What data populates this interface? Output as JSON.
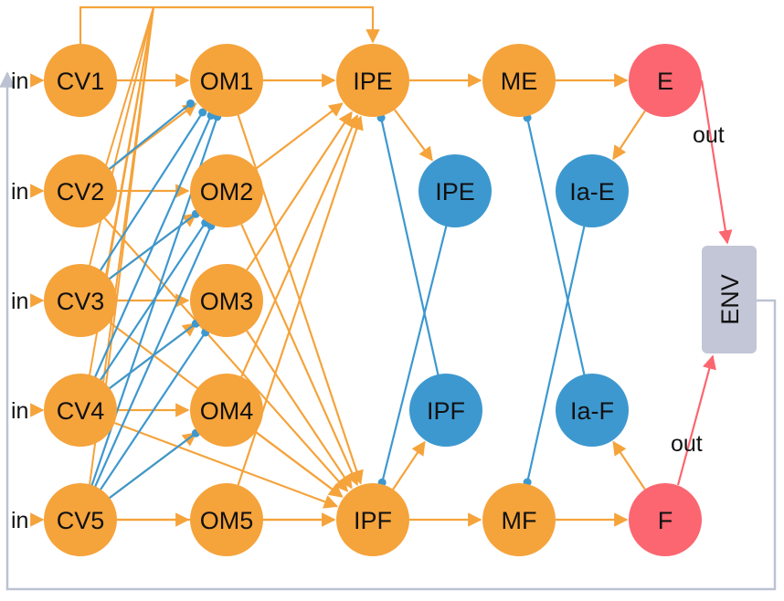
{
  "colors": {
    "orange": "#F5A33B",
    "blue": "#3D98CF",
    "red": "#FB6670",
    "env": "#C2C6D6",
    "feedback": "#BCC2D2",
    "text": "#111111"
  },
  "labels": {
    "in": "in",
    "out": "out"
  },
  "nodes": [
    {
      "id": "CV1",
      "label": "CV1",
      "color": "orange"
    },
    {
      "id": "CV2",
      "label": "CV2",
      "color": "orange"
    },
    {
      "id": "CV3",
      "label": "CV3",
      "color": "orange"
    },
    {
      "id": "CV4",
      "label": "CV4",
      "color": "orange"
    },
    {
      "id": "CV5",
      "label": "CV5",
      "color": "orange"
    },
    {
      "id": "OM1",
      "label": "OM1",
      "color": "orange"
    },
    {
      "id": "OM2",
      "label": "OM2",
      "color": "orange"
    },
    {
      "id": "OM3",
      "label": "OM3",
      "color": "orange"
    },
    {
      "id": "OM4",
      "label": "OM4",
      "color": "orange"
    },
    {
      "id": "OM5",
      "label": "OM5",
      "color": "orange"
    },
    {
      "id": "IPE_top",
      "label": "IPE",
      "color": "orange"
    },
    {
      "id": "IPF_bot",
      "label": "IPF",
      "color": "orange"
    },
    {
      "id": "IPE_mid",
      "label": "IPE",
      "color": "blue"
    },
    {
      "id": "IPF_mid",
      "label": "IPF",
      "color": "blue"
    },
    {
      "id": "ME",
      "label": "ME",
      "color": "orange"
    },
    {
      "id": "MF",
      "label": "MF",
      "color": "orange"
    },
    {
      "id": "IaE",
      "label": "Ia-E",
      "color": "blue"
    },
    {
      "id": "IaF",
      "label": "Ia-F",
      "color": "blue"
    },
    {
      "id": "E",
      "label": "E",
      "color": "red"
    },
    {
      "id": "F",
      "label": "F",
      "color": "red"
    }
  ],
  "env": {
    "label": "ENV"
  },
  "inputs": [
    "CV1",
    "CV2",
    "CV3",
    "CV4",
    "CV5"
  ],
  "excitatory_edges": [
    [
      "CV1",
      "OM1"
    ],
    [
      "CV2",
      "OM2"
    ],
    [
      "CV3",
      "OM3"
    ],
    [
      "CV4",
      "OM4"
    ],
    [
      "CV5",
      "OM5"
    ],
    [
      "CV2",
      "OM1"
    ],
    [
      "CV3",
      "OM2"
    ],
    [
      "CV4",
      "OM3"
    ],
    [
      "CV5",
      "OM4"
    ],
    [
      "CV1",
      "IPE_top"
    ],
    [
      "CV2",
      "IPF_bot"
    ],
    [
      "CV3",
      "IPF_bot"
    ],
    [
      "CV4",
      "IPF_bot"
    ],
    [
      "CV5",
      "IPF_bot"
    ],
    [
      "OM1",
      "IPE_top"
    ],
    [
      "OM2",
      "IPE_top"
    ],
    [
      "OM3",
      "IPE_top"
    ],
    [
      "OM4",
      "IPE_top"
    ],
    [
      "OM5",
      "IPE_top"
    ],
    [
      "OM1",
      "IPF_bot"
    ],
    [
      "OM2",
      "IPF_bot"
    ],
    [
      "OM3",
      "IPF_bot"
    ],
    [
      "OM4",
      "IPF_bot"
    ],
    [
      "OM5",
      "IPF_bot"
    ],
    [
      "IPE_top",
      "ME"
    ],
    [
      "IPF_bot",
      "MF"
    ],
    [
      "IPE_top",
      "IPE_mid"
    ],
    [
      "IPF_bot",
      "IPF_mid"
    ],
    [
      "ME",
      "E"
    ],
    [
      "MF",
      "F"
    ],
    [
      "E",
      "IaE"
    ],
    [
      "F",
      "IaF"
    ]
  ],
  "inhibitory_edges": [
    [
      "CV2",
      "OM1"
    ],
    [
      "CV3",
      "OM1"
    ],
    [
      "CV4",
      "OM1"
    ],
    [
      "CV5",
      "OM1"
    ],
    [
      "CV3",
      "OM2"
    ],
    [
      "CV4",
      "OM2"
    ],
    [
      "CV5",
      "OM2"
    ],
    [
      "CV4",
      "OM3"
    ],
    [
      "CV5",
      "OM3"
    ],
    [
      "CV5",
      "OM4"
    ],
    [
      "IPE_mid",
      "IPF_bot"
    ],
    [
      "IPF_mid",
      "IPE_top"
    ],
    [
      "IaE",
      "MF"
    ],
    [
      "IaF",
      "ME"
    ]
  ],
  "output_edges": [
    {
      "from": "E",
      "label": "out"
    },
    {
      "from": "F",
      "label": "out"
    }
  ]
}
